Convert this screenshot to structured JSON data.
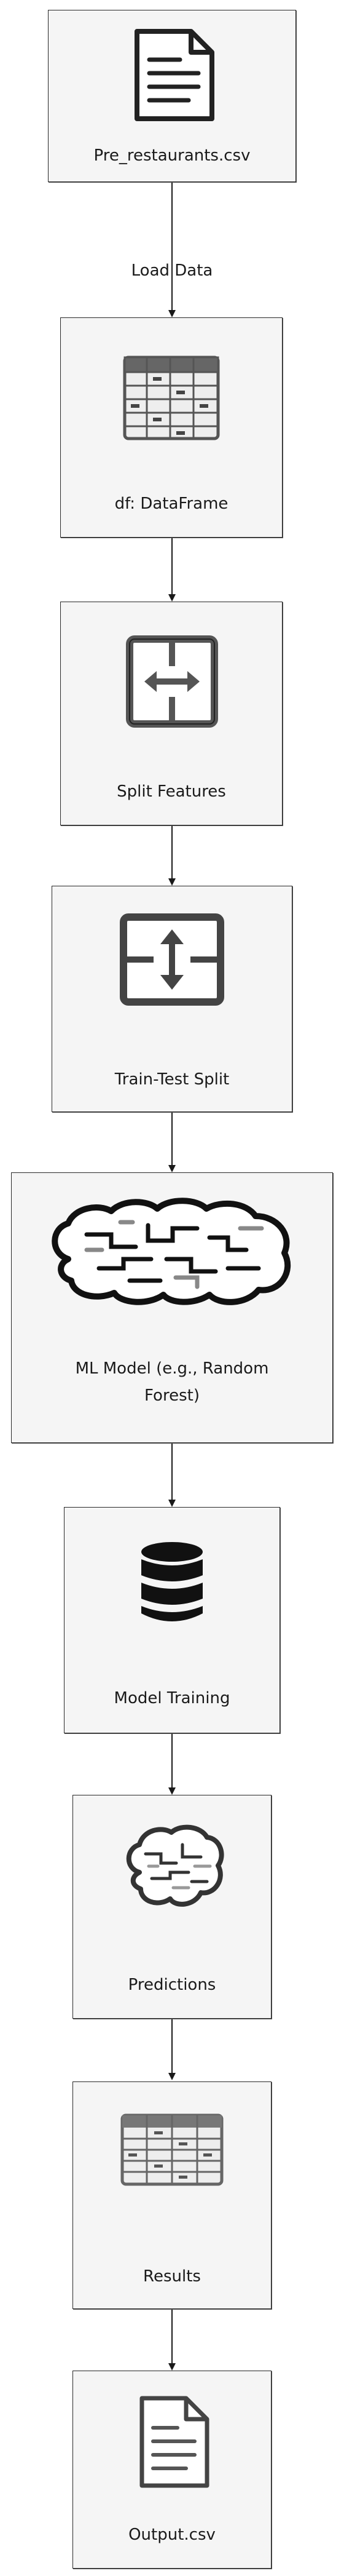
{
  "nodes": [
    {
      "id": "csv",
      "label": "Pre_restaurants.csv",
      "icon": "document-icon"
    },
    {
      "id": "df",
      "label": "df: DataFrame",
      "icon": "table-icon"
    },
    {
      "id": "split",
      "label": "Split Features",
      "icon": "split-horizontal-icon"
    },
    {
      "id": "tts",
      "label": "Train-Test Split",
      "icon": "split-vertical-icon"
    },
    {
      "id": "model",
      "label": "ML Model (e.g., Random Forest)",
      "icon": "brain-icon"
    },
    {
      "id": "train",
      "label": "Model Training",
      "icon": "database-icon"
    },
    {
      "id": "pred",
      "label": "Predictions",
      "icon": "brain-icon"
    },
    {
      "id": "results",
      "label": "Results",
      "icon": "table-icon"
    },
    {
      "id": "out",
      "label": "Output.csv",
      "icon": "document-icon"
    }
  ],
  "edges": [
    {
      "from": "csv",
      "to": "df",
      "label": "Load Data"
    },
    {
      "from": "df",
      "to": "split",
      "label": ""
    },
    {
      "from": "split",
      "to": "tts",
      "label": ""
    },
    {
      "from": "tts",
      "to": "model",
      "label": ""
    },
    {
      "from": "model",
      "to": "train",
      "label": ""
    },
    {
      "from": "train",
      "to": "pred",
      "label": ""
    },
    {
      "from": "pred",
      "to": "results",
      "label": ""
    },
    {
      "from": "results",
      "to": "out",
      "label": ""
    }
  ]
}
